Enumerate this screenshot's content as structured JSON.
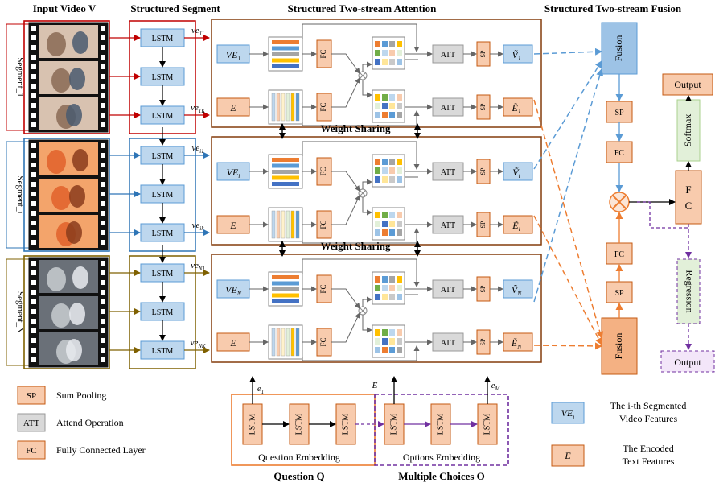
{
  "headers": {
    "input_video": "Input Video V",
    "structured_segment": "Structured Segment",
    "two_stream_attention": "Structured Two-stream Attention",
    "two_stream_fusion": "Structured Two-stream Fusion"
  },
  "segments": [
    {
      "label": "Segment_1",
      "ve_top": "ve",
      "ve_top_sub": "11",
      "ve_bot": "ve",
      "ve_bot_sub": "1K",
      "ve_feat": "VE",
      "ve_feat_sub": "1",
      "e_feat": "E",
      "v_out": "Ṽ",
      "v_out_sub": "1",
      "e_out": "Ẽ",
      "e_out_sub": "1"
    },
    {
      "label": "Segment_i",
      "ve_top": "ve",
      "ve_top_sub": "i1",
      "ve_bot": "ve",
      "ve_bot_sub": "ik",
      "ve_feat": "VE",
      "ve_feat_sub": "i",
      "e_feat": "E",
      "v_out": "Ṽ",
      "v_out_sub": "i",
      "e_out": "Ẽ",
      "e_out_sub": "i"
    },
    {
      "label": "Segment_N",
      "ve_top": "ve",
      "ve_top_sub": "N1",
      "ve_bot": "ve",
      "ve_bot_sub": "NK",
      "ve_feat": "VE",
      "ve_feat_sub": "N",
      "e_feat": "E",
      "v_out": "Ṽ",
      "v_out_sub": "N",
      "e_out": "Ẽ",
      "e_out_sub": "N"
    }
  ],
  "blocks": {
    "lstm": "LSTM",
    "fc": "FC",
    "att": "ATT",
    "sp": "SP",
    "weight_sharing": "Weight Sharing"
  },
  "fusion": {
    "fusion_top": "Fusion",
    "fusion_bottom": "Fusion",
    "sp": "SP",
    "fc": "FC",
    "fc_big": "F C",
    "softmax": "Softmax",
    "regression": "Regression",
    "output_top": "Output",
    "output_bottom": "Output"
  },
  "question": {
    "embedding_label": "Question Embedding",
    "title": "Question Q",
    "e1": "e",
    "e1_sub": "1"
  },
  "options": {
    "embedding_label": "Options Embedding",
    "title": "Multiple Choices O",
    "eM": "e",
    "eM_sub": "M",
    "E": "E"
  },
  "legend": {
    "sp_abbr": "SP",
    "sp_text": "Sum Pooling",
    "att_abbr": "ATT",
    "att_text": "Attend Operation",
    "fc_abbr": "FC",
    "fc_text": "Fully Connected Layer",
    "ve_abbr": "VE",
    "ve_abbr_sub": "i",
    "ve_text_1": "The i-th Segmented",
    "ve_text_2": "Video Features",
    "e_abbr": "E",
    "e_text_1": "The Encoded",
    "e_text_2": "Text Features"
  },
  "colors": {
    "lstm_fill": "#bdd7ee",
    "lstm_stroke": "#5b9bd5",
    "orange_fill": "#f8cbad",
    "orange_stroke": "#c55a11",
    "att_fill": "#d9d9d9",
    "seg1": "#c00000",
    "segi": "#2e75b6",
    "segN": "#7f6000",
    "att_box": "#843c0c",
    "blue_line": "#5b9bd5",
    "orange_line": "#ed7d31",
    "purple": "#7030a0",
    "fusion_blue": "#9dc3e6",
    "fusion_orange": "#f4b183",
    "green_fill": "#e2f0d9",
    "green_stroke": "#a9d18e"
  }
}
